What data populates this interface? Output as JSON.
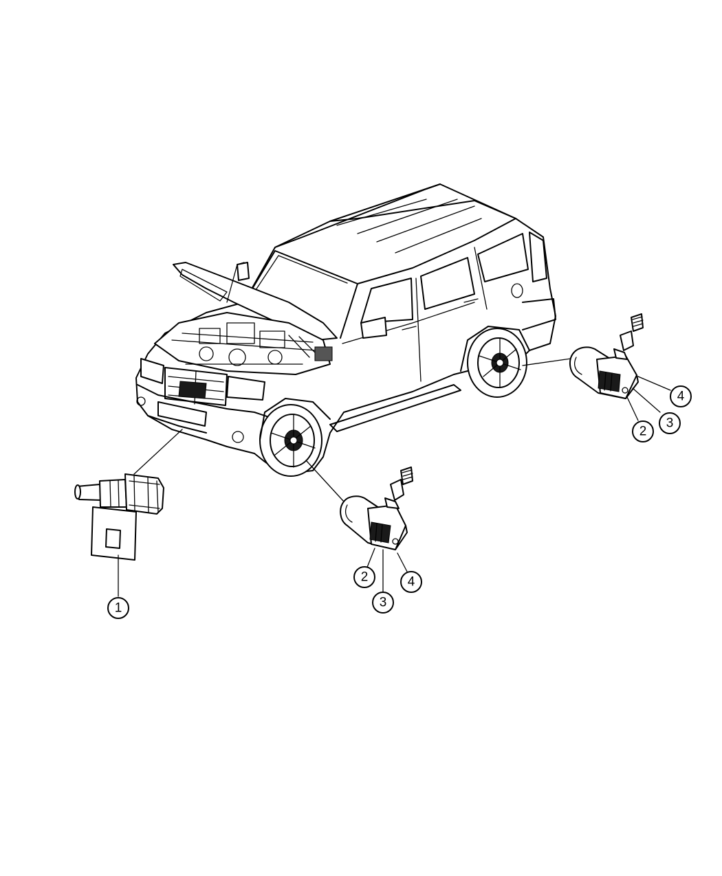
{
  "callouts": {
    "module": "1",
    "front_sensor": {
      "a": "2",
      "b": "3",
      "c": "4"
    },
    "rear_sensor": {
      "a": "2",
      "b": "3",
      "c": "4"
    }
  }
}
